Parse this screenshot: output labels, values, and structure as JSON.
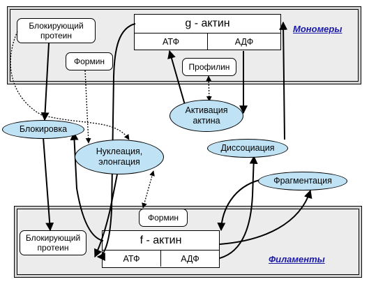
{
  "top_panel": {
    "link": "Мономеры",
    "g_actin": {
      "title": "g - актин",
      "atp": "АТФ",
      "adp": "АДФ"
    },
    "blocking_protein": "Блокирующий протеин",
    "formin": "Формин",
    "profilin": "Профилин"
  },
  "ovals": {
    "blocking": "Блокировка",
    "nucleation": "Нуклеация, элонгация",
    "activation": "Активация актина",
    "dissociation": "Диссоциация",
    "fragmentation": "Фрагментация"
  },
  "bottom_panel": {
    "link": "Филаменты",
    "f_actin": {
      "title": "f - актин",
      "atp": "АТФ",
      "adp": "АДФ"
    },
    "formin": "Формин",
    "blocking_protein": "Блокирующий протеин"
  }
}
